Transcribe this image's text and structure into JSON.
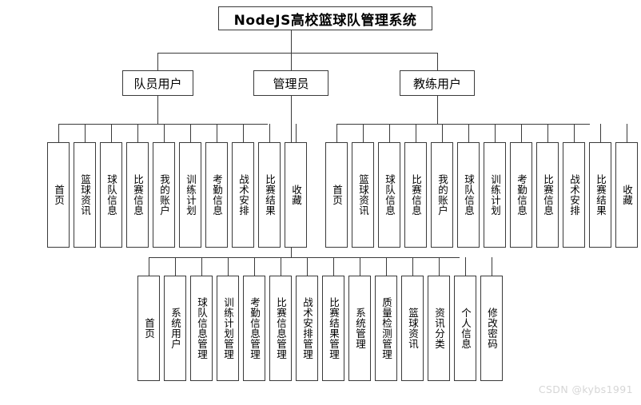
{
  "diagram": {
    "title": "NodeJS高校篮球队管理系统",
    "roles": [
      {
        "label": "队员用户"
      },
      {
        "label": "管理员"
      },
      {
        "label": "教练用户"
      }
    ],
    "player_menu": [
      "首页",
      "篮球资讯",
      "球队信息",
      "比赛信息",
      "我的账户",
      "训练计划",
      "考勤信息",
      "战术安排",
      "比赛结果",
      "收藏"
    ],
    "coach_menu": [
      "首页",
      "篮球资讯",
      "球队信息",
      "比赛信息",
      "我的账户",
      "球队信息",
      "训练计划",
      "考勤信息",
      "比赛信息",
      "战术安排",
      "比赛结果",
      "收藏"
    ],
    "admin_menu": [
      "首页",
      "系统用户",
      "球队信息管理",
      "训练计划管理",
      "考勤信息管理",
      "比赛信息管理",
      "战术安排管理",
      "比赛结果管理",
      "系统管理",
      "质量检测管理",
      "篮球资讯",
      "资讯分类",
      "个人信息",
      "修改密码"
    ]
  },
  "watermark": "CSDN @kybs1991",
  "colors": {
    "stroke": "#3a3a3a",
    "background": "#ffffff",
    "watermark": "#d6d6d6"
  }
}
